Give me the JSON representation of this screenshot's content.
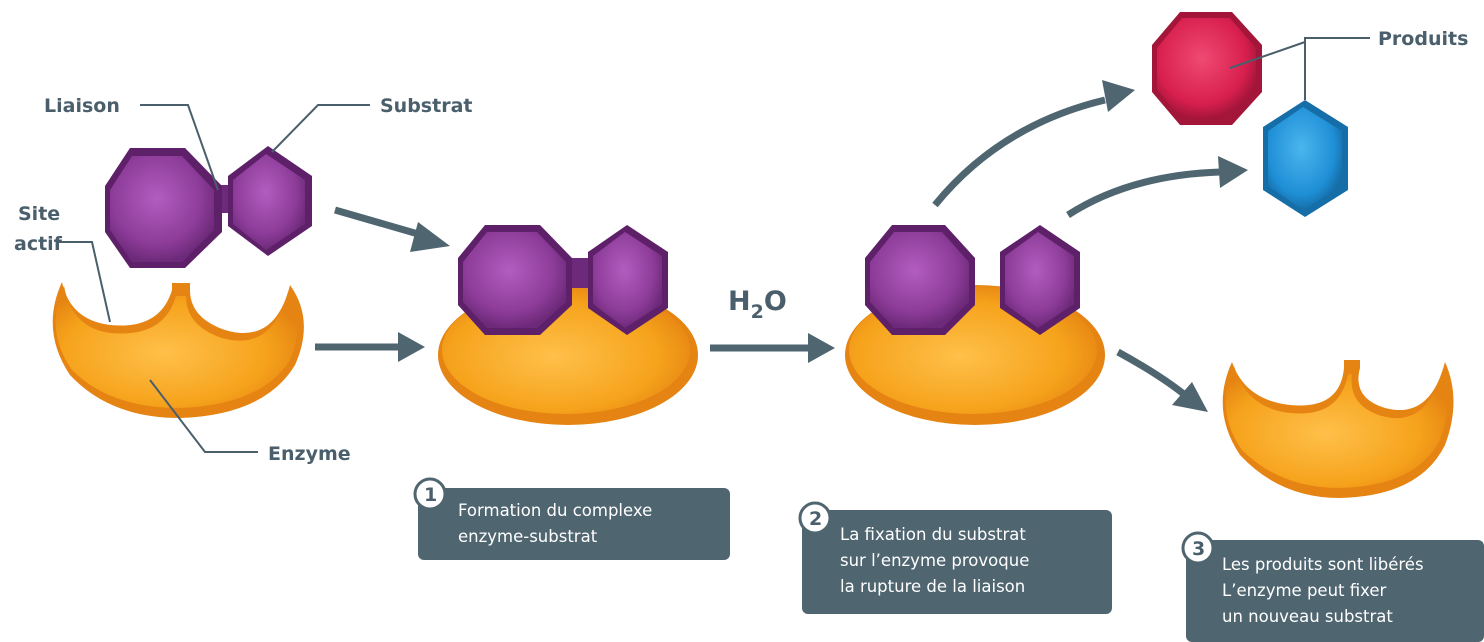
{
  "labels": {
    "liaison": "Liaison",
    "substrat": "Substrat",
    "site_actif_line1": "Site",
    "site_actif_line2": "actif",
    "enzyme": "Enzyme",
    "produits": "Produits",
    "h2o_main": "H",
    "h2o_sub": "2",
    "h2o_end": "O"
  },
  "steps": [
    {
      "number": "1",
      "lines": [
        "Formation du complexe",
        "enzyme-substrat"
      ]
    },
    {
      "number": "2",
      "lines": [
        "La fixation du substrat",
        "sur l’enzyme provoque",
        "la rupture de la liaison"
      ]
    },
    {
      "number": "3",
      "lines": [
        "Les produits sont libérés",
        "L’enzyme peut fixer",
        "un nouveau substrat"
      ]
    }
  ],
  "colors": {
    "enzyme": "#f6a31c",
    "enzyme_dark": "#e58412",
    "substrate": "#8e3d9a",
    "substrate_dark": "#5e2068",
    "product_red": "#d81f4e",
    "product_blue": "#1f8fd6",
    "box": "#4f6570",
    "text_dark": "#4a5f6b"
  }
}
